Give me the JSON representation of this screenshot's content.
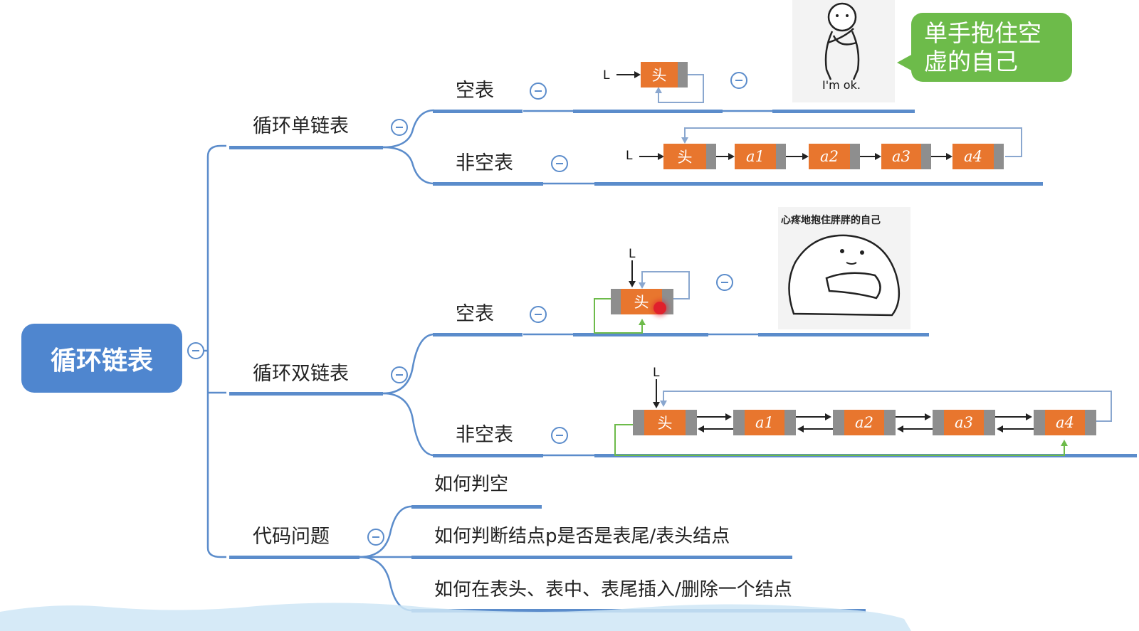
{
  "root": {
    "label": "循环链表"
  },
  "branches": {
    "singly": {
      "label": "循环单链表",
      "empty": "空表",
      "nonempty": "非空表"
    },
    "doubly": {
      "label": "循环双链表",
      "empty": "空表",
      "nonempty": "非空表"
    },
    "code": {
      "label": "代码问题",
      "items": [
        "如何判空",
        "如何判断结点p是否是表尾/表头结点",
        "如何在表头、表中、表尾插入/删除一个结点"
      ]
    }
  },
  "diagrams": {
    "pointer_label": "L",
    "head_label": "头",
    "nodes": [
      "a1",
      "a2",
      "a3",
      "a4"
    ]
  },
  "memes": {
    "im_ok_caption": "I'm ok.",
    "bubble_text": "单手抱住空虚的自己",
    "hug_caption": "心疼地抱住胖胖的自己"
  },
  "colors": {
    "accent": "#5b8ccb",
    "root_fill": "#4f86cf",
    "node_fill": "#e8762e",
    "node_gray": "#8e8e8e",
    "bubble": "#6dbb4a",
    "back_link": "#6dbb4a"
  }
}
